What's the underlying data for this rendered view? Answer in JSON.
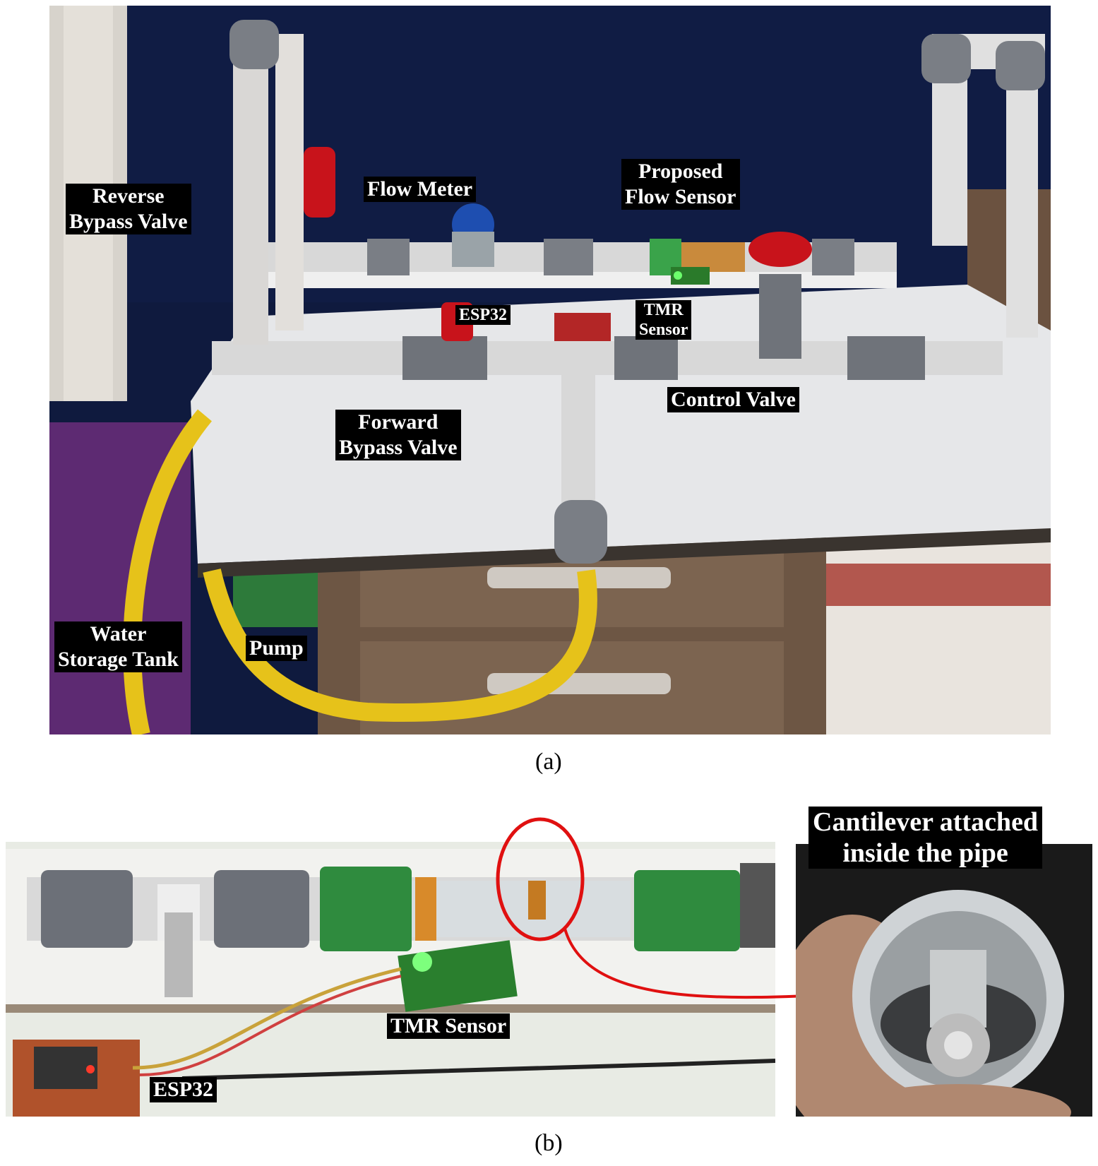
{
  "panel_a": {
    "labels": {
      "reverse_bypass_valve": [
        "Reverse",
        "Bypass Valve"
      ],
      "flow_meter": [
        "Flow Meter"
      ],
      "proposed_flow_sensor": [
        "Proposed",
        "Flow Sensor"
      ],
      "esp32": [
        "ESP32"
      ],
      "tmr_sensor": [
        "TMR",
        "Sensor"
      ],
      "control_valve": [
        "Control Valve"
      ],
      "forward_bypass_valve": [
        "Forward",
        "Bypass Valve"
      ],
      "water_storage_tank": [
        "Water",
        "Storage Tank"
      ],
      "pump": [
        "Pump"
      ]
    },
    "caption": "(a)"
  },
  "panel_b": {
    "labels": {
      "tmr_sensor": [
        "TMR Sensor"
      ],
      "esp32": [
        "ESP32"
      ],
      "cantilever": [
        "Cantilever attached",
        "inside the pipe"
      ]
    },
    "caption": "(b)"
  },
  "colors": {
    "label_bg": "#000000",
    "label_text": "#ffffff",
    "highlight": "#e01010"
  }
}
